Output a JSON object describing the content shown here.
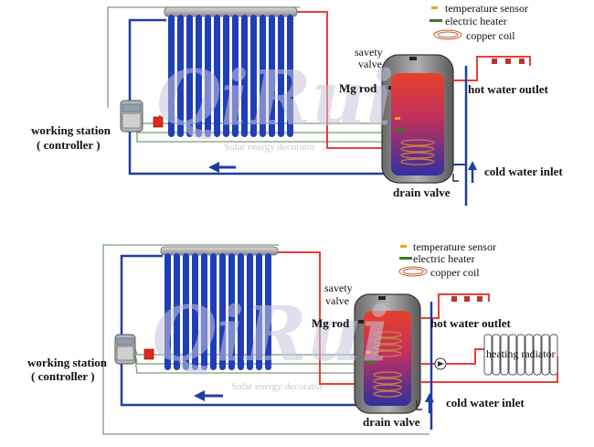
{
  "watermark": {
    "brand": "QiRui",
    "tagline": "Solar energy decorator"
  },
  "colors": {
    "hot_pipe": "#e8403a",
    "cold_pipe": "#1f3fa0",
    "control_wire": "#7a9a7a",
    "sensor": "#f0a020",
    "heater": "#3a7a2a",
    "tube": "#1f3fb8"
  },
  "diagram_top": {
    "legend": {
      "temperature_sensor": "temperature sensor",
      "electric_heater": "electric heater",
      "copper_coil": "copper coil"
    },
    "labels": {
      "safety_valve_line1": "savety",
      "safety_valve_line2": "valve",
      "mg_rod": "Mg rod",
      "hot_water_outlet": "hot water outlet",
      "cold_water_inlet": "cold water inlet",
      "drain_valve": "drain valve",
      "working_station_line1": "working station",
      "working_station_line2": "( controller )"
    }
  },
  "diagram_bottom": {
    "legend": {
      "temperature_sensor": "temperature sensor",
      "electric_heater": "electric heater",
      "copper_coil": "copper coil"
    },
    "labels": {
      "safety_valve_line1": "savety",
      "safety_valve_line2": "valve",
      "mg_rod": "Mg rod",
      "hot_water_outlet": "hot water outlet",
      "heating_radiator": "heating radiator",
      "cold_water_inlet": "cold water inlet",
      "drain_valve": "drain valve",
      "working_station_line1": "working station",
      "working_station_line2": "( controller )"
    }
  }
}
